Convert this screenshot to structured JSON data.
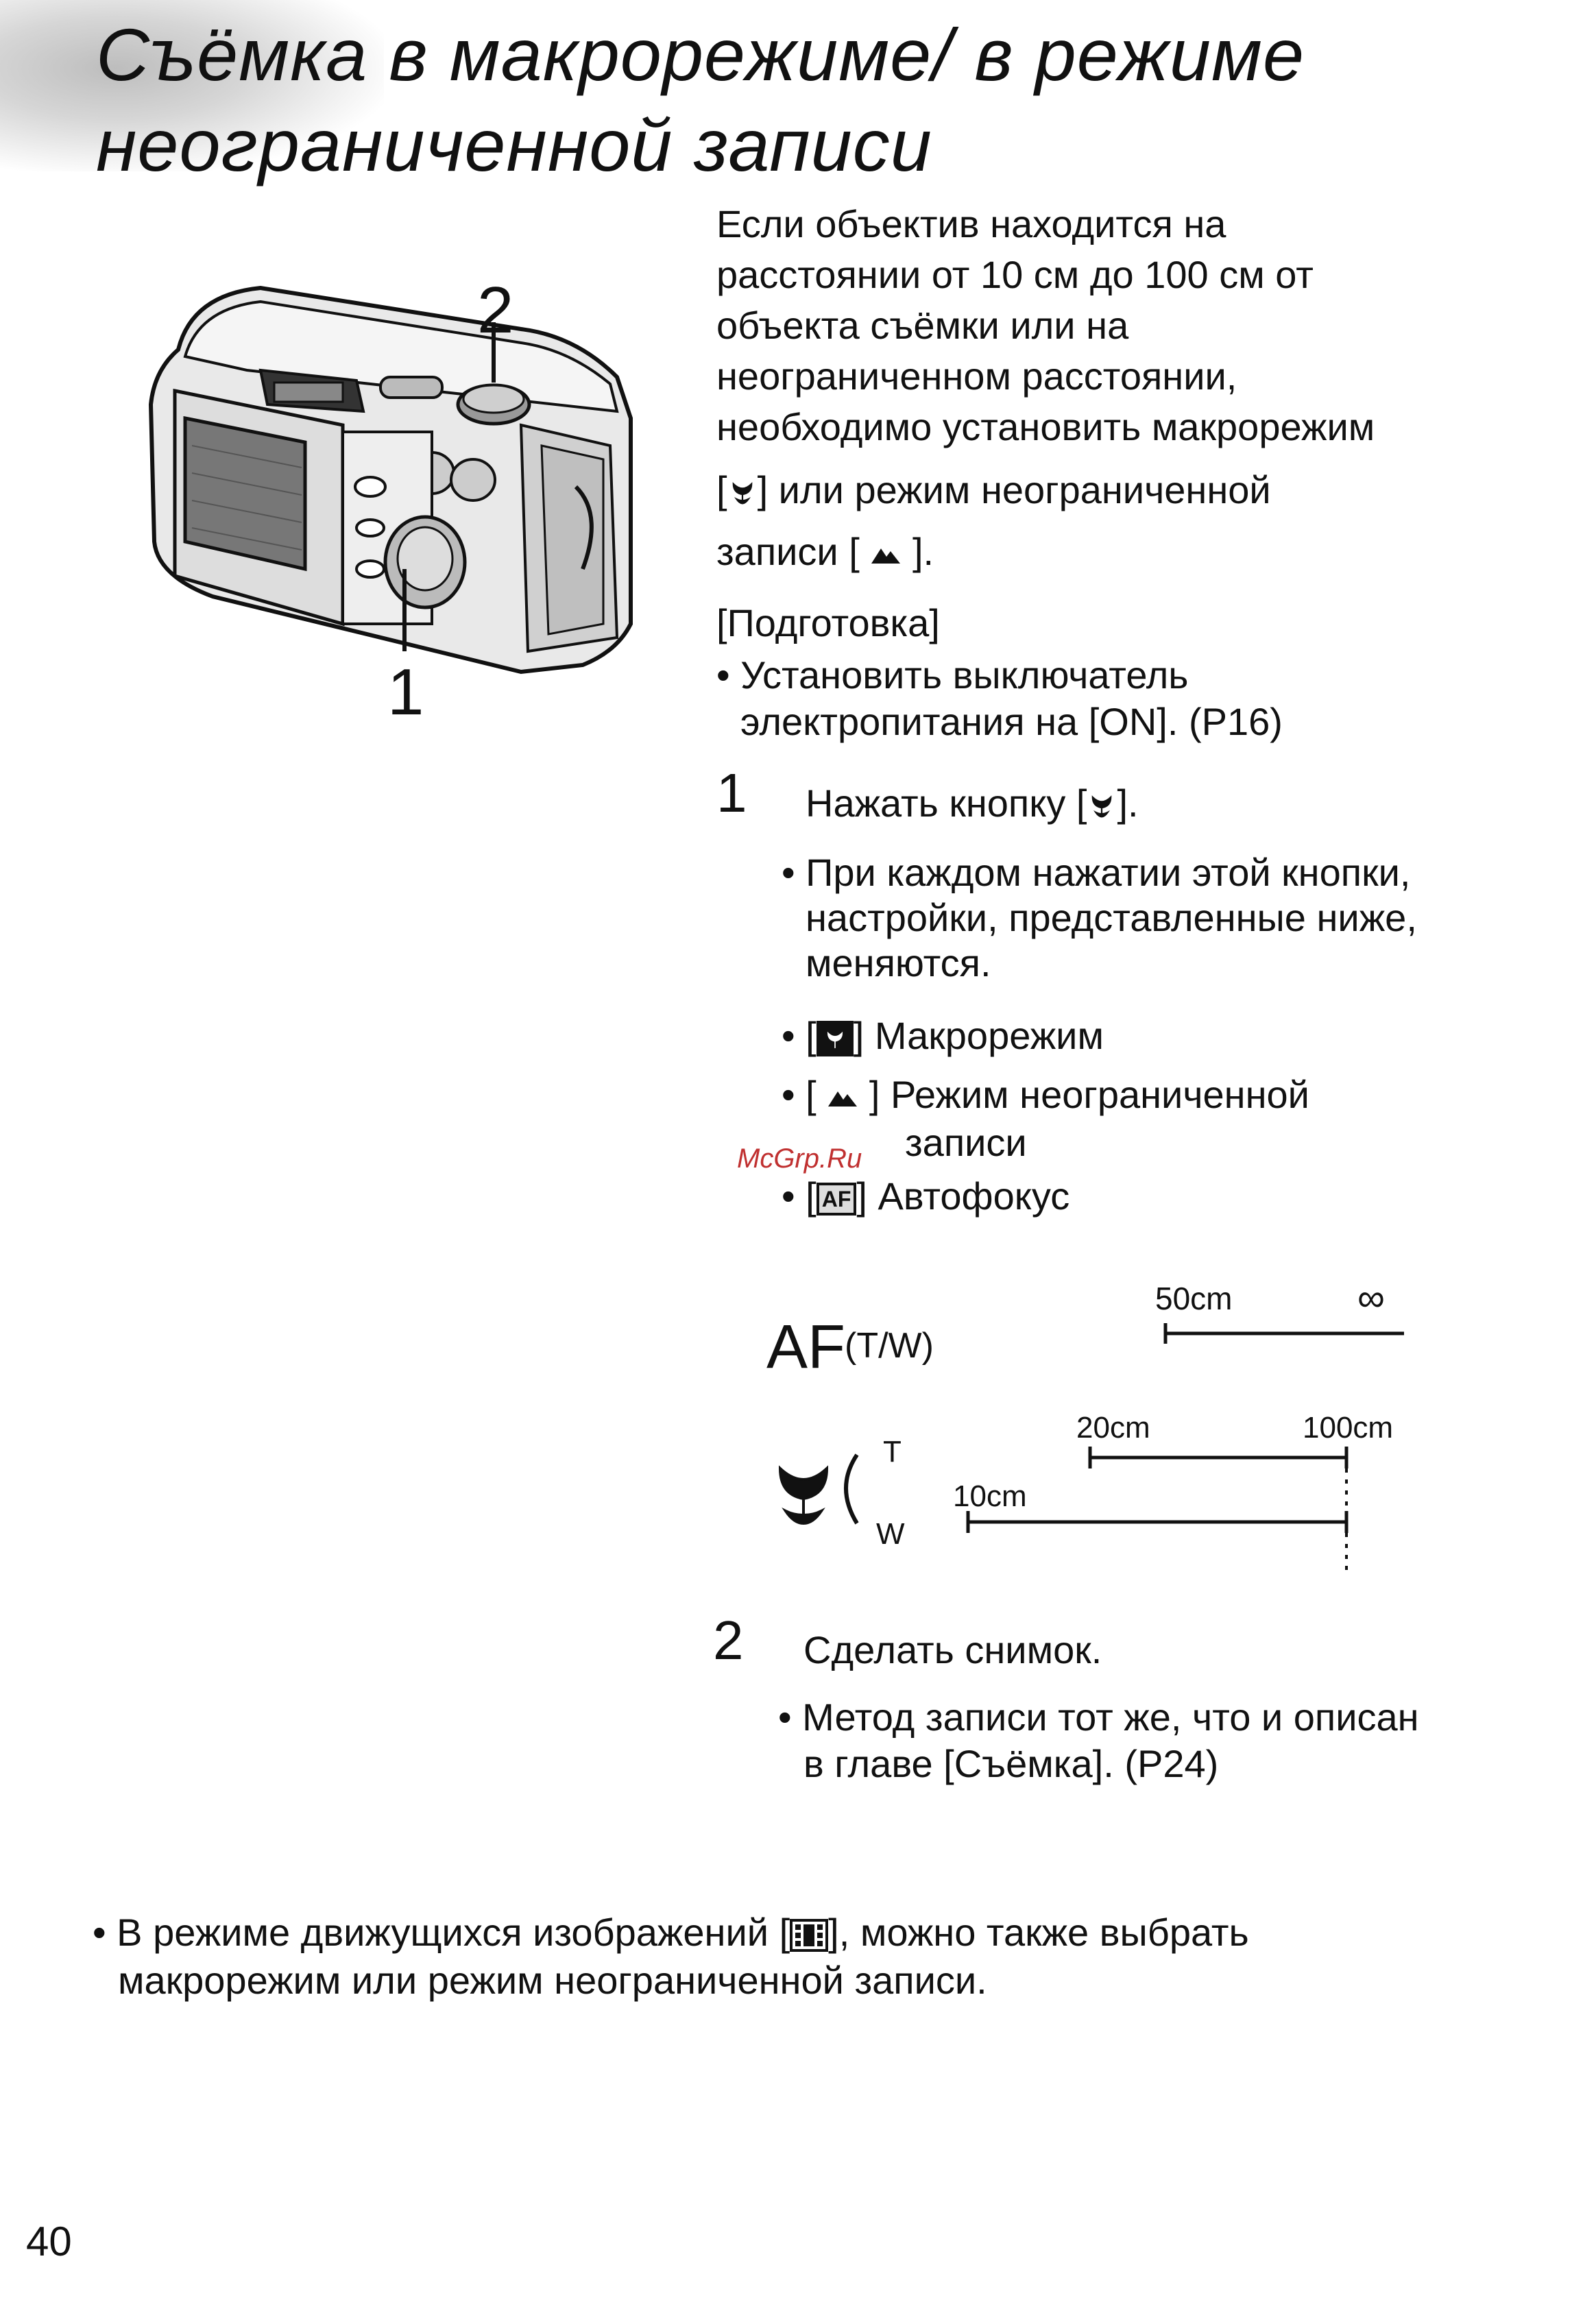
{
  "title": {
    "line1": "Съёмка в макрорежиме/ в режиме",
    "line2": "неограниченной записи"
  },
  "intro": {
    "line1": "Если объектив находится на",
    "line2": "расстоянии от 10 см до 100 см от",
    "line3": "объекта съёмки или на",
    "line4": "неограниченном расстоянии,",
    "line5": "необходимо установить макрорежим",
    "line6_open": "[",
    "line6_close": "] или режим неограниченной",
    "line7_open": "записи [",
    "line7_close": "]."
  },
  "camera_labels": {
    "label_1": "1",
    "label_2": "2"
  },
  "preparation": {
    "heading": "[Подготовка]",
    "bullet_line1": "• Установить выключатель",
    "bullet_line2": "электропитания на [ON]. (P16)"
  },
  "step1": {
    "number": "1",
    "text_open": "Нажать кнопку [",
    "text_close": "].",
    "note_line1": "• При каждом нажатии этой кнопки,",
    "note_line2": "настройки, представленные ниже,",
    "note_line3": "меняются.",
    "opt_macro_open": "• [",
    "opt_macro_close": "] Макрорежим",
    "opt_inf_open": "• [",
    "opt_inf_close": "] Режим неограниченной",
    "opt_inf_line2": "записи",
    "opt_af_open": "• [",
    "opt_af_badge": "AF",
    "opt_af_close": "] Автофокус"
  },
  "watermark": "McGrp.Ru",
  "range_diagram": {
    "af_label": "AF",
    "af_sub": "(T/W)",
    "af_near": "50cm",
    "af_far": "∞",
    "t_label": "T",
    "w_label": "W",
    "t_near": "20cm",
    "t_far": "100cm",
    "w_near": "10cm"
  },
  "step2": {
    "number": "2",
    "text": "Сделать снимок.",
    "note_line1": "• Метод записи тот же, что и описан",
    "note_line2": "в главе [Съёмка]. (P24)"
  },
  "footnote": {
    "line1_open": "• В режиме движущихся изображений [",
    "line1_close": "], можно также выбрать",
    "line2": "макрорежим или режим неограниченной записи."
  },
  "page_number": "40"
}
